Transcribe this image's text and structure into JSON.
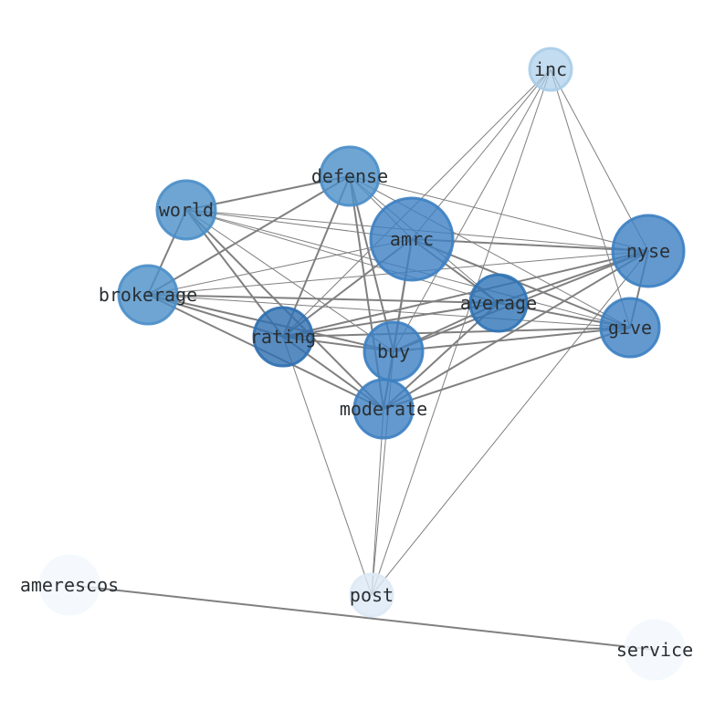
{
  "graph": {
    "nodes": [
      {
        "id": "inc",
        "label": "inc",
        "color": "#a9cde9",
        "opacity": 0.7
      },
      {
        "id": "defense",
        "label": "defense",
        "color": "#4a8ec8",
        "opacity": 0.8
      },
      {
        "id": "world",
        "label": "world",
        "color": "#4a8ec8",
        "opacity": 0.8
      },
      {
        "id": "amrc",
        "label": "amrc",
        "color": "#3c80c2",
        "opacity": 0.8
      },
      {
        "id": "nyse",
        "label": "nyse",
        "color": "#3c80c2",
        "opacity": 0.8
      },
      {
        "id": "brokerage",
        "label": "brokerage",
        "color": "#4a8ec8",
        "opacity": 0.8
      },
      {
        "id": "average",
        "label": "average",
        "color": "#2e73b6",
        "opacity": 0.8
      },
      {
        "id": "give",
        "label": "give",
        "color": "#3c80c2",
        "opacity": 0.8
      },
      {
        "id": "rating",
        "label": "rating",
        "color": "#2e6fb0",
        "opacity": 0.8
      },
      {
        "id": "buy",
        "label": "buy",
        "color": "#3c80c2",
        "opacity": 0.8
      },
      {
        "id": "moderate",
        "label": "moderate",
        "color": "#3c80c2",
        "opacity": 0.8
      },
      {
        "id": "post",
        "label": "post",
        "color": "#dce8f5",
        "opacity": 0.8
      },
      {
        "id": "amerescos",
        "label": "amerescos",
        "color": "#f3f8fd",
        "opacity": 0.8
      },
      {
        "id": "service",
        "label": "service",
        "color": "#f3f8fd",
        "opacity": 0.8
      }
    ],
    "edges": [
      [
        "inc",
        "amrc",
        1
      ],
      [
        "inc",
        "rating",
        1
      ],
      [
        "inc",
        "nyse",
        1
      ],
      [
        "inc",
        "give",
        1
      ],
      [
        "inc",
        "buy",
        1
      ],
      [
        "inc",
        "post",
        1
      ],
      [
        "defense",
        "world",
        2
      ],
      [
        "defense",
        "brokerage",
        2
      ],
      [
        "defense",
        "rating",
        2
      ],
      [
        "defense",
        "buy",
        2
      ],
      [
        "defense",
        "moderate",
        2
      ],
      [
        "defense",
        "average",
        1
      ],
      [
        "defense",
        "give",
        1
      ],
      [
        "defense",
        "nyse",
        1
      ],
      [
        "defense",
        "amrc",
        1
      ],
      [
        "world",
        "brokerage",
        2
      ],
      [
        "world",
        "rating",
        2
      ],
      [
        "world",
        "buy",
        1
      ],
      [
        "world",
        "moderate",
        2
      ],
      [
        "world",
        "amrc",
        1
      ],
      [
        "world",
        "nyse",
        1
      ],
      [
        "world",
        "average",
        1
      ],
      [
        "world",
        "give",
        1
      ],
      [
        "amrc",
        "nyse",
        2
      ],
      [
        "amrc",
        "rating",
        2
      ],
      [
        "amrc",
        "buy",
        2
      ],
      [
        "amrc",
        "moderate",
        2
      ],
      [
        "amrc",
        "average",
        2
      ],
      [
        "amrc",
        "give",
        2
      ],
      [
        "amrc",
        "brokerage",
        1
      ],
      [
        "nyse",
        "brokerage",
        1
      ],
      [
        "nyse",
        "rating",
        2
      ],
      [
        "nyse",
        "buy",
        2
      ],
      [
        "nyse",
        "moderate",
        2
      ],
      [
        "nyse",
        "average",
        2
      ],
      [
        "nyse",
        "give",
        2
      ],
      [
        "nyse",
        "post",
        1
      ],
      [
        "brokerage",
        "rating",
        2
      ],
      [
        "brokerage",
        "buy",
        2
      ],
      [
        "brokerage",
        "moderate",
        2
      ],
      [
        "brokerage",
        "average",
        2
      ],
      [
        "brokerage",
        "give",
        1
      ],
      [
        "average",
        "rating",
        2
      ],
      [
        "average",
        "buy",
        2
      ],
      [
        "average",
        "moderate",
        2
      ],
      [
        "average",
        "give",
        2
      ],
      [
        "give",
        "rating",
        2
      ],
      [
        "give",
        "buy",
        2
      ],
      [
        "give",
        "moderate",
        2
      ],
      [
        "rating",
        "buy",
        2
      ],
      [
        "rating",
        "moderate",
        2
      ],
      [
        "rating",
        "post",
        1
      ],
      [
        "buy",
        "moderate",
        2
      ],
      [
        "buy",
        "post",
        1
      ],
      [
        "moderate",
        "post",
        1
      ],
      [
        "amerescos",
        "service",
        2
      ]
    ]
  }
}
